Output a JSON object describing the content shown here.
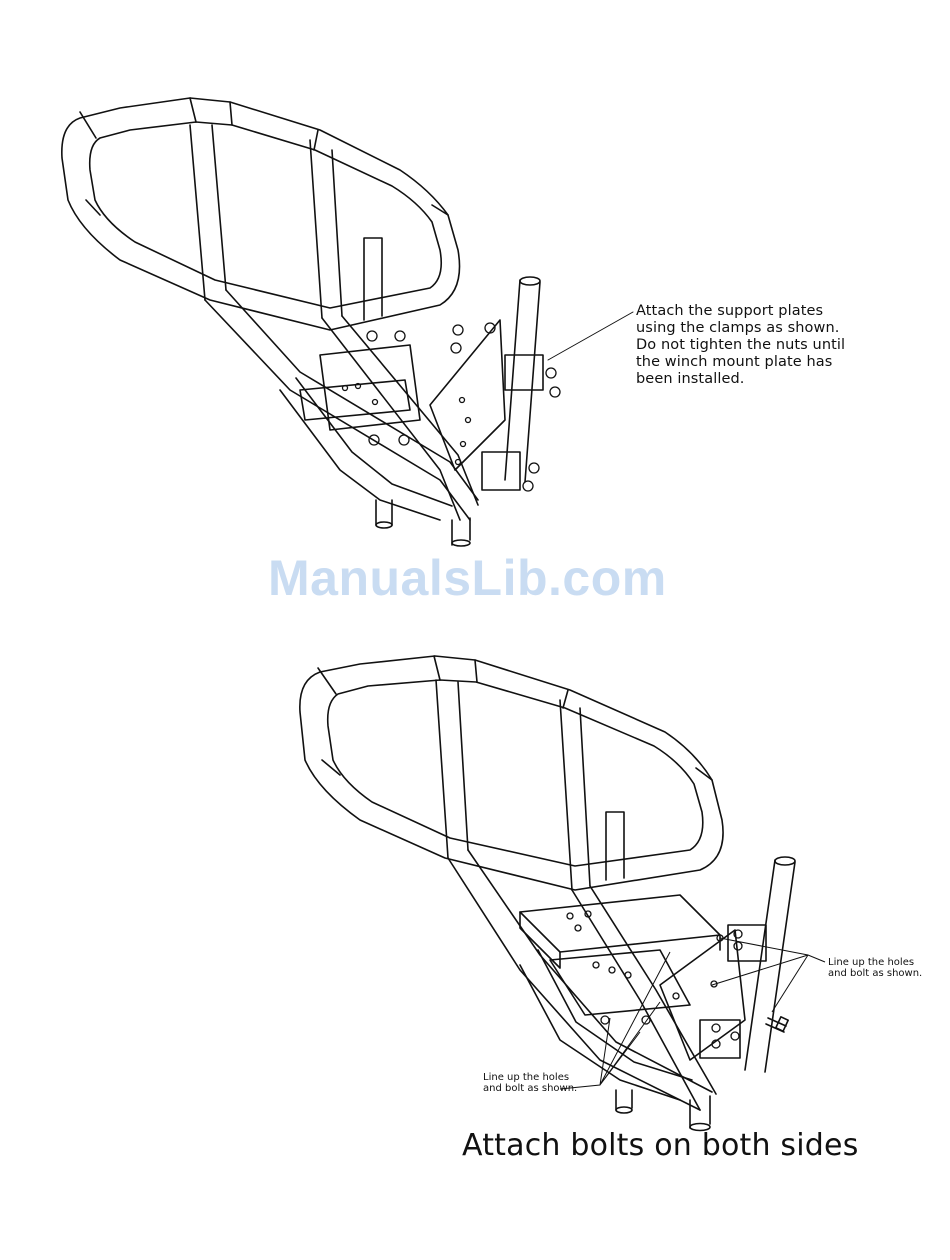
{
  "callouts": {
    "support_plates": "Attach the support plates\nusing the clamps as shown.\nDo not tighten the nuts until\nthe winch mount plate has\nbeen installed.",
    "line_up_right": "Line up the holes\nand bolt as shown.",
    "line_up_left": "Line up the holes\nand bolt as shown."
  },
  "caption": "Attach bolts on both sides",
  "watermark": "ManualsLib.com",
  "colors": {
    "line": "#111111",
    "watermark": "#c9dcf2",
    "background": "#ffffff"
  }
}
